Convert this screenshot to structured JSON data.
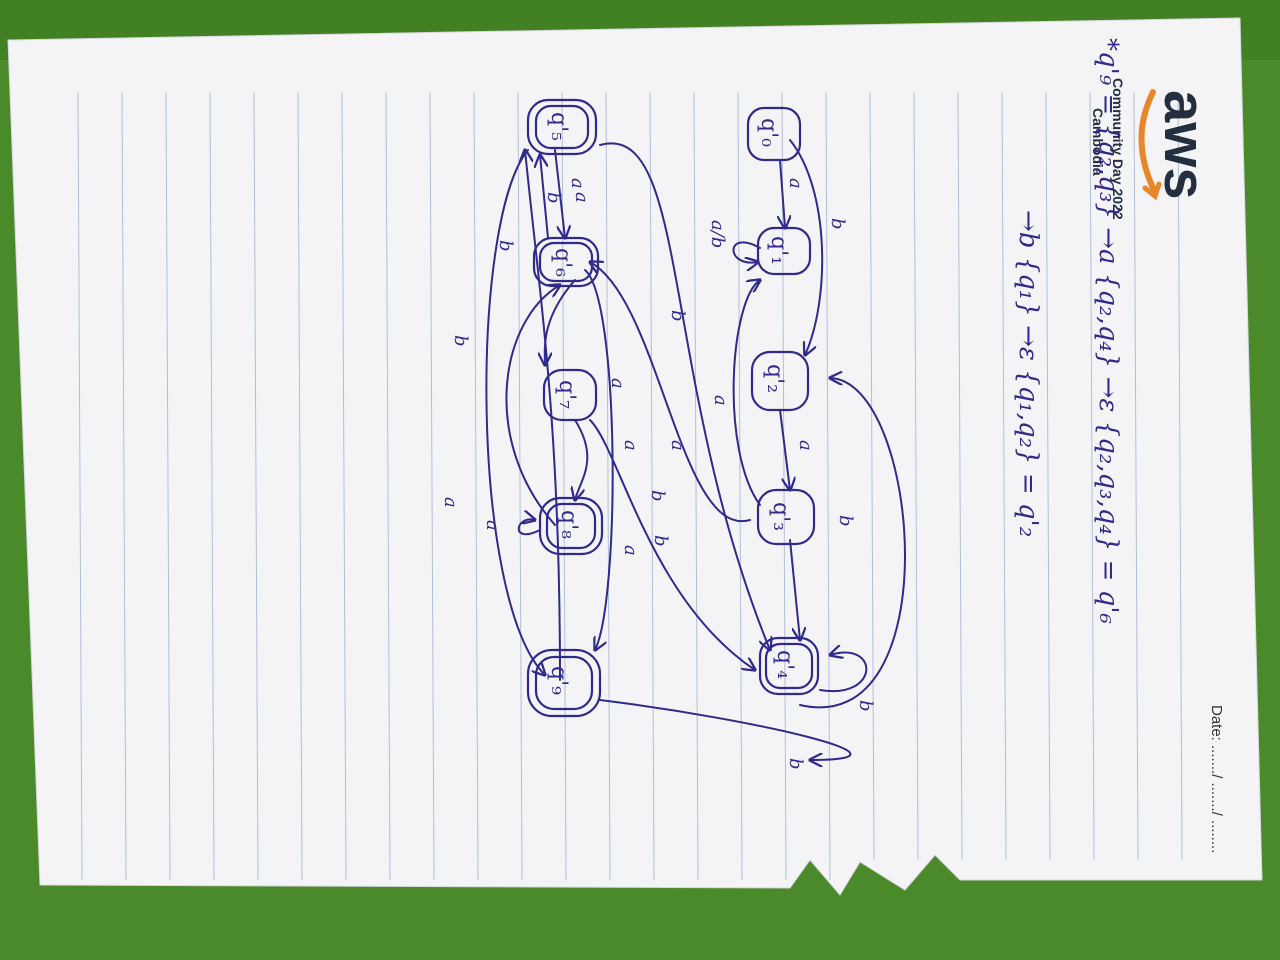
{
  "logo": {
    "wordmark": "aws",
    "event_line1": "Community Day 2022",
    "event_line2": "Cambodia"
  },
  "date_field": "Date: ......./ ......./ ........",
  "equations": {
    "line1": "*q'₉ = {q₂,q₃} →a {q₂,q₄} →ε {q₂,q₃,q₄} = q'₆",
    "line2": "→b {q₁} →ε {q₁,q₂} = q'₂"
  },
  "states": {
    "q0": "q'₀",
    "q1": "q'₁",
    "q2": "q'₂",
    "q3": "q'₃",
    "q4": "q'₄",
    "q5": "q'₅",
    "q6": "q'₆",
    "q7": "q'₇",
    "q8": "q'₈",
    "q9": "q'₉"
  },
  "edge_labels": [
    "a",
    "b",
    "a/b",
    "a",
    "a",
    "b",
    "b",
    "a",
    "a",
    "b",
    "a",
    "b",
    "a",
    "a",
    "b",
    "b",
    "a",
    "b",
    "a",
    "b",
    "b",
    "a"
  ],
  "colors": {
    "ink": "#2f2a8c",
    "paper": "#f4f4f6",
    "rule_line": "#9fb3cf",
    "logo_orange": "#e8872a",
    "table_green": "#4a8a2a"
  }
}
